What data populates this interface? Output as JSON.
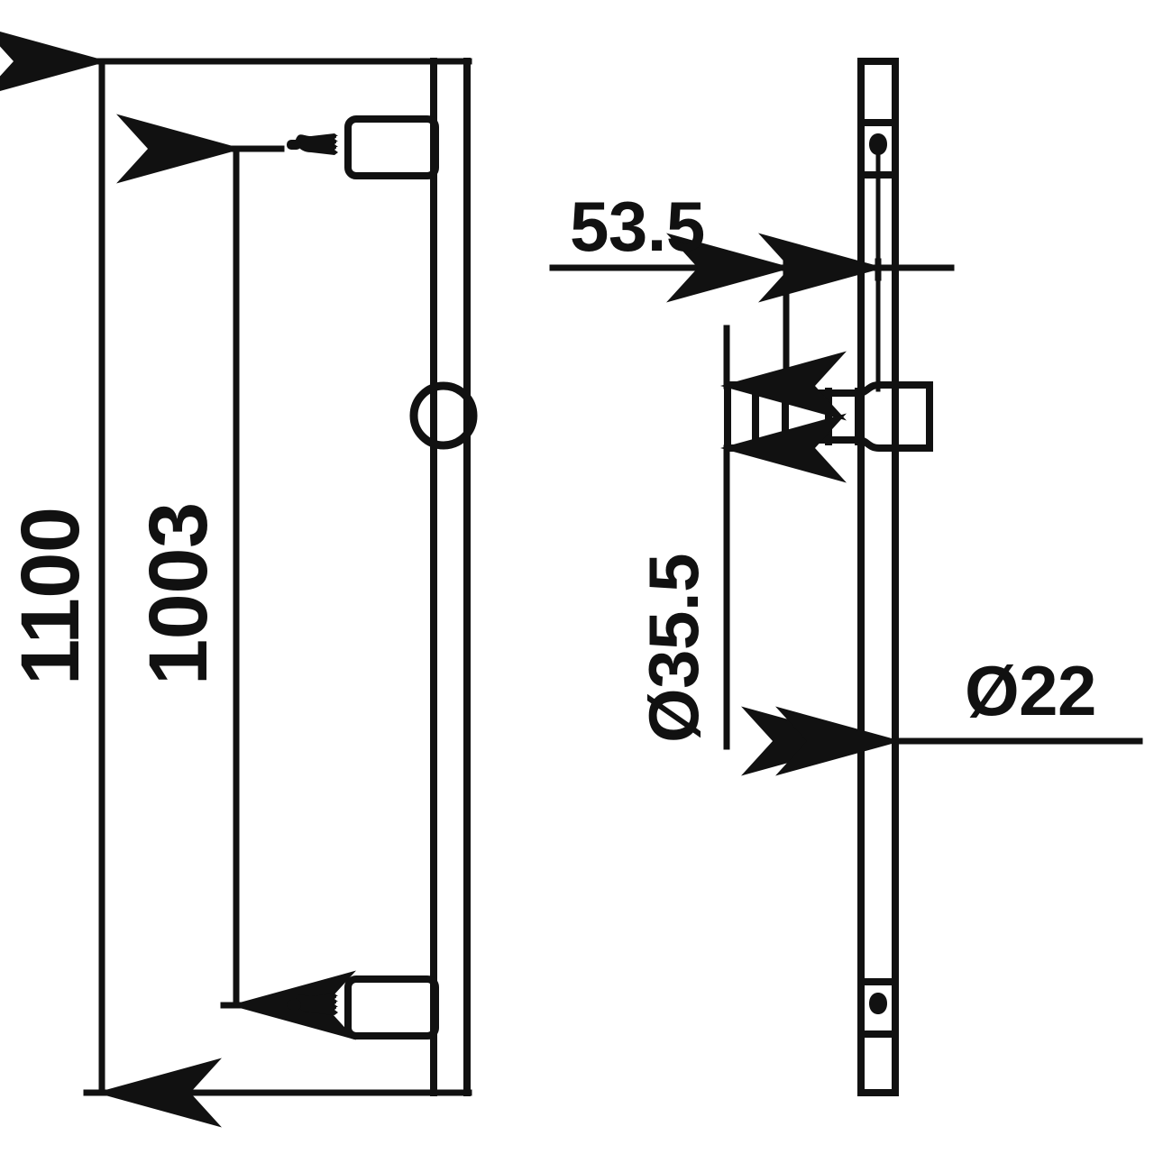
{
  "drawing": {
    "title": "Shower slide rail technical drawing",
    "units": "mm",
    "line_color": "#111111",
    "background_color": "#ffffff",
    "views": [
      {
        "name": "front-view",
        "description": "Front elevation of wall-mounted slide rail with two wall brackets and sliding ring"
      },
      {
        "name": "side-view",
        "description": "Side elevation of slide rail showing slider bracket and mounting holes"
      }
    ]
  },
  "dimensions": {
    "overall_height": {
      "value": "1100",
      "symbol": "",
      "text": "1100",
      "orientation": "vertical",
      "view": "front-view"
    },
    "bracket_centers": {
      "value": "1003",
      "symbol": "",
      "text": "1003",
      "orientation": "vertical",
      "view": "front-view"
    },
    "projection": {
      "value": "53.5",
      "symbol": "",
      "text": "53.5",
      "orientation": "horizontal",
      "view": "side-view"
    },
    "slider_diameter": {
      "value": "35.5",
      "symbol": "Ø",
      "text": "Ø35.5",
      "orientation": "vertical",
      "view": "side-view"
    },
    "rail_diameter": {
      "value": "22",
      "symbol": "Ø",
      "text": "Ø22",
      "orientation": "horizontal",
      "view": "side-view"
    }
  }
}
